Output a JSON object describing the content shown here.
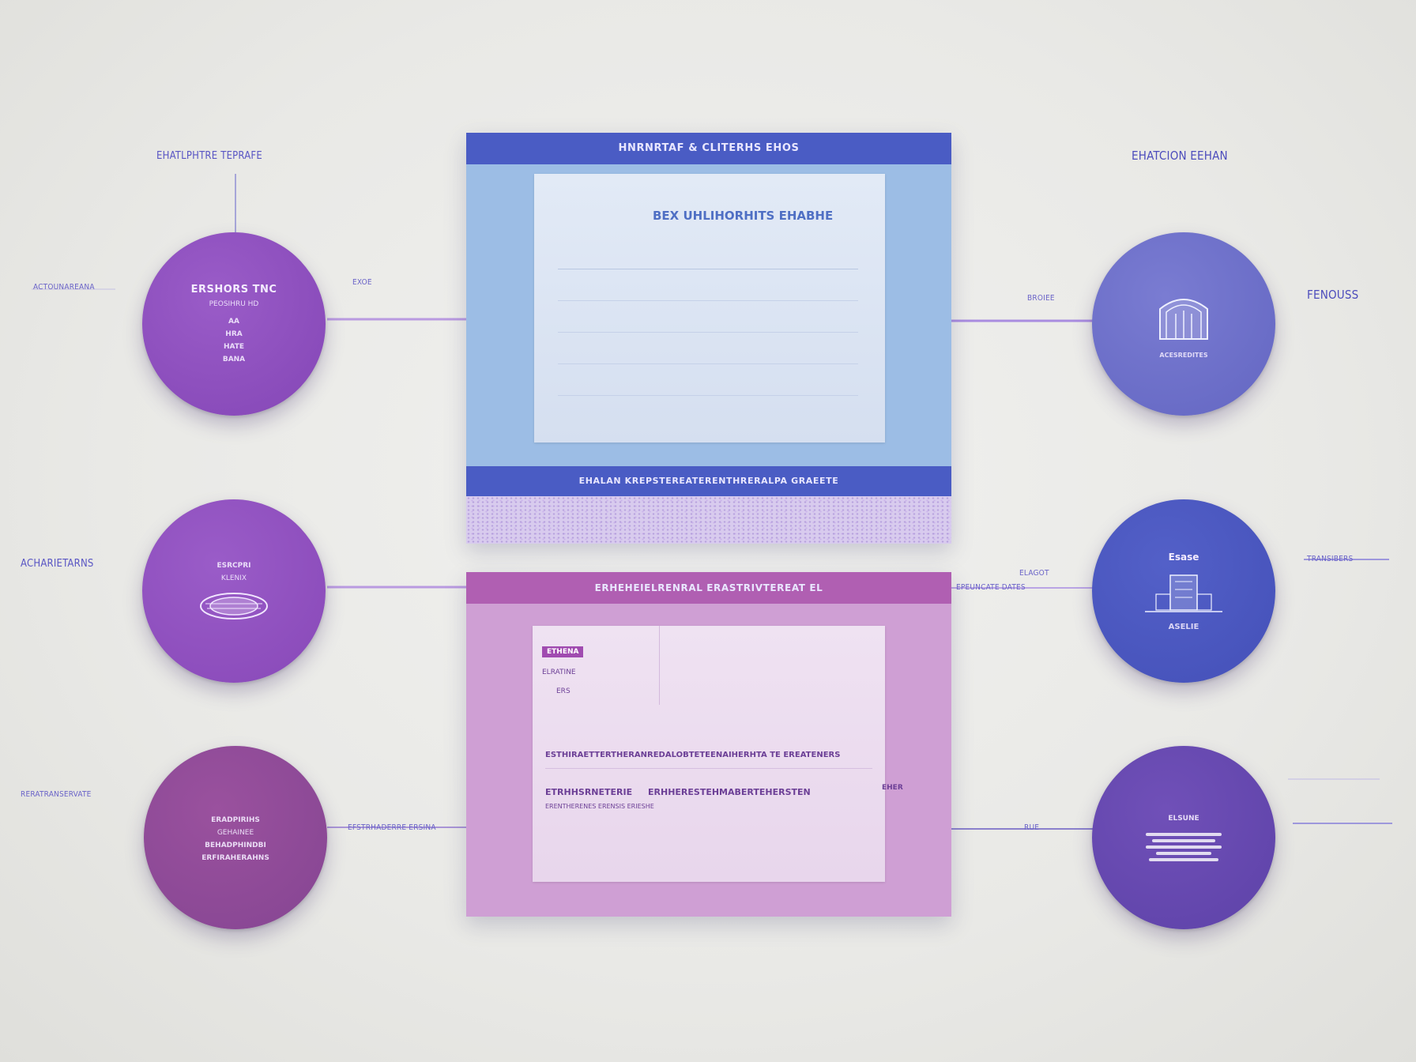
{
  "colors": {
    "background": "#ebebe8",
    "connector": "#a98ad8",
    "node_purple": "#8a4fbc",
    "node_plum": "#8e4a98",
    "node_periwinkle": "#6b6cc8",
    "node_blue": "#4652bc",
    "node_indigo": "#6446ac",
    "panel_blue_header": "#4a5cc4",
    "panel_blue_body": "#9dbde4",
    "panel_pink_header": "#b05fb2",
    "panel_pink_body": "#cf9fd4"
  },
  "left_nodes": [
    {
      "title": "ERSHORS TNC",
      "subtitle": "PEOSIHRU HD",
      "lines": [
        "AA",
        "HRA",
        "HATE",
        "BANA"
      ],
      "caption": "",
      "side_label": "ACTOUNAREANA"
    },
    {
      "title": "ESRCPRI",
      "subtitle": "KLENIX",
      "caption": "",
      "icon": "planet-icon",
      "side_label": "ACHARIETARNS"
    },
    {
      "title": "ERADPIRIHS",
      "subtitle": "GEHAINEE",
      "lines": [
        "BEHADPHINDBI",
        "ERFIRAHERAHNS"
      ],
      "caption": "",
      "side_label": "RERATRANSERVATE"
    }
  ],
  "right_nodes": [
    {
      "label": "",
      "caption": "ACESREDITES",
      "icon": "archive-icon",
      "side_label": "FENOUSS"
    },
    {
      "label": "Esase",
      "caption": "ASELIE",
      "icon": "building-icon",
      "side_label": "TRANSIBERS"
    },
    {
      "label": "ELSUNE",
      "caption": "",
      "icon": "stack-icon",
      "side_label": ""
    }
  ],
  "top_labels": {
    "top_left": "EHATLPHTRE TEPRAFE",
    "top_right": "EHATCION EEHAN",
    "mid_left": "EXOE",
    "mid_right": "BROIEE",
    "row2_left_conn": "ELAGOT",
    "row2_right_conn": "EPEUNCATE DATES",
    "row3_left_conn": "EFSTRHADERRE ERSINA",
    "row3_right_conn": "RUE"
  },
  "panel_top": {
    "header": "HNRNRTAF & CLITERHS EHOS",
    "doc_title": "BEX UHLIHORHITS EHABHE",
    "footer": "EHALAN KREPSTEREATERENTHRERALPA GRAEETE"
  },
  "panel_bottom": {
    "header": "ERHEHEIELRENRAL ERASTRIVTEREAT EL",
    "tag": "ETHENA",
    "lines": [
      "ELRATINE",
      "ERS"
    ],
    "row1": "ESTHIRAETTERTHERANREDALOBTETEENAIHERHTA TE EREATENERS",
    "row2_left": "ETRHHSRNETERIE",
    "row2_right": "ERHHERESTEHMABERTEHERSTEN",
    "row2_sub": "ERENTHERENES ERENSIS ERIESHE",
    "right_marker": "EHER"
  }
}
